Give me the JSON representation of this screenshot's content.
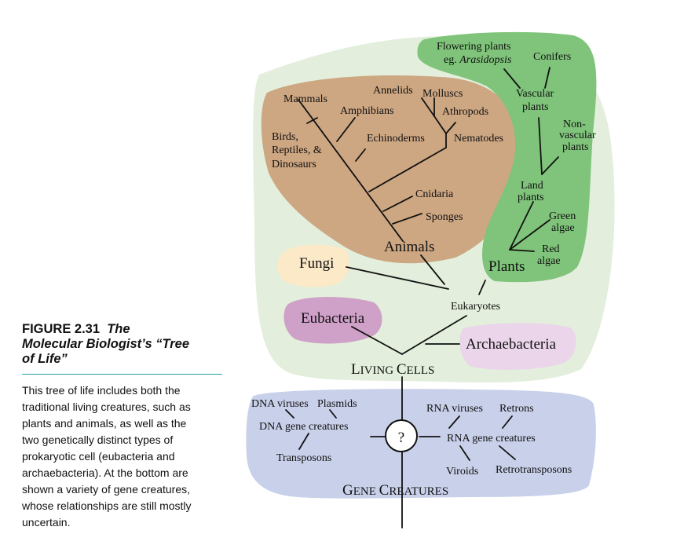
{
  "caption": {
    "figure_number": "FIGURE 2.31",
    "figure_title_line1": "The",
    "figure_title_line2": "Molecular Biologist’s “Tree",
    "figure_title_line3": "of Life”",
    "body_lines": [
      "This tree of life includes both the",
      "traditional living creatures, such as",
      "plants and animals, as well as the",
      "two genetically distinct types of",
      "prokaryotic cell (eubacteria and",
      "archaebacteria). At the bottom are",
      "shown a variety of gene creatures,",
      "whose relationships are still mostly",
      "uncertain."
    ]
  },
  "colors": {
    "living_region": "#e3efdc",
    "animals_region": "#cda682",
    "plants_region": "#7fc47a",
    "fungi_region": "#fbe9c8",
    "eubacteria_region": "#cfa0c8",
    "archaebacteria_region": "#ead5ea",
    "gene_region": "#c9d0ea",
    "caption_rule": "#2a9fb0"
  },
  "tree": {
    "animals": {
      "mammals": "Mammals",
      "amphibians": "Amphibians",
      "annelids": "Annelids",
      "molluscs": "Molluscs",
      "athropods": "Athropods",
      "birds_line1": "Birds,",
      "birds_line2": "Reptiles, &",
      "birds_line3": "Dinosaurs",
      "echinoderms": "Echinoderms",
      "nematodes": "Nematodes",
      "cnidaria": "Cnidaria",
      "sponges": "Sponges",
      "animals": "Animals"
    },
    "plants": {
      "flowering_line1": "Flowering plants",
      "flowering_line2a": "eg. ",
      "flowering_line2b": "Arasidopsis",
      "conifers": "Conifers",
      "vascular_line1": "Vascular",
      "vascular_line2": "plants",
      "nonvascular_line1": "Non-",
      "nonvascular_line2": "vascular",
      "nonvascular_line3": "plants",
      "land_line1": "Land",
      "land_line2": "plants",
      "green_line1": "Green",
      "green_line2": "algae",
      "red_line1": "Red",
      "red_line2": "algae",
      "plants": "Plants"
    },
    "fungi": "Fungi",
    "eukaryotes": "Eukaryotes",
    "eubacteria": "Eubacteria",
    "archaebacteria": "Archaebacteria",
    "living_cells_cap1": "L",
    "living_cells_rest1": "IVING ",
    "living_cells_cap2": "C",
    "living_cells_rest2": "ELLS",
    "gene": {
      "question": "?",
      "dna_viruses": "DNA viruses",
      "plasmids": "Plasmids",
      "dna_gene_creatures": "DNA gene creatures",
      "transposons": "Transposons",
      "rna_viruses": "RNA viruses",
      "retrons": "Retrons",
      "rna_gene_creatures": "RNA gene creatures",
      "viroids": "Viroids",
      "retrotransposons": "Retrotransposons",
      "gene_creatures_cap1": "G",
      "gene_creatures_rest1": "ENE ",
      "gene_creatures_cap2": "C",
      "gene_creatures_rest2": "REATURES"
    }
  }
}
